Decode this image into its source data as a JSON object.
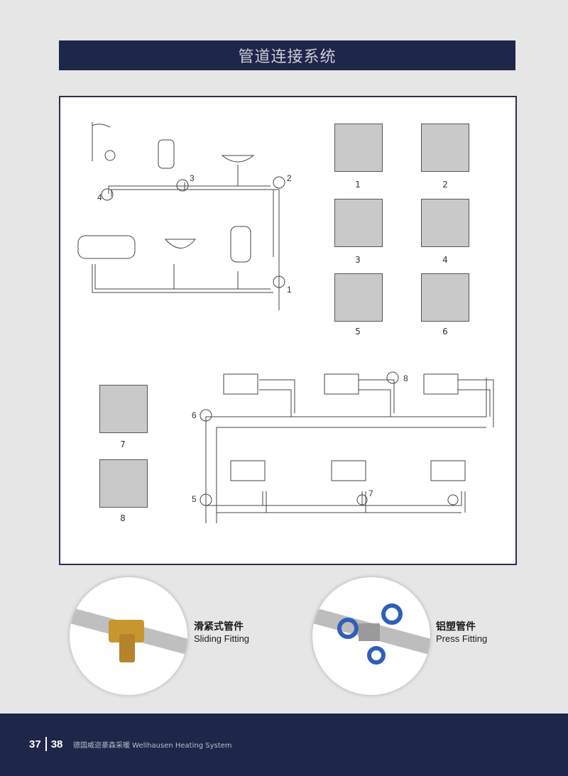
{
  "page_title": "管道连接系统",
  "diagram_labels": {
    "plumbing_1": "1",
    "plumbing_2": "2",
    "plumbing_3": "3",
    "plumbing_4": "4",
    "heating_5": "5",
    "heating_6": "6",
    "heating_7": "7",
    "heating_8": "8"
  },
  "thumbnails": [
    {
      "label": "1"
    },
    {
      "label": "2"
    },
    {
      "label": "3"
    },
    {
      "label": "4"
    },
    {
      "label": "5"
    },
    {
      "label": "6"
    },
    {
      "label": "7"
    },
    {
      "label": "8"
    }
  ],
  "fittings": {
    "sliding": {
      "cn": "滑紧式管件",
      "en": "Sliding Fitting"
    },
    "press": {
      "cn": "铝塑管件",
      "en": "Press Fitting"
    }
  },
  "footer": {
    "page_left": "37",
    "page_right": "38",
    "caption": "德国威迩豪森采暖 Wellhausen Heating System"
  },
  "colors": {
    "navy": "#1e2749",
    "brass": "#c8962e",
    "press_blue": "#2f5fb8"
  }
}
